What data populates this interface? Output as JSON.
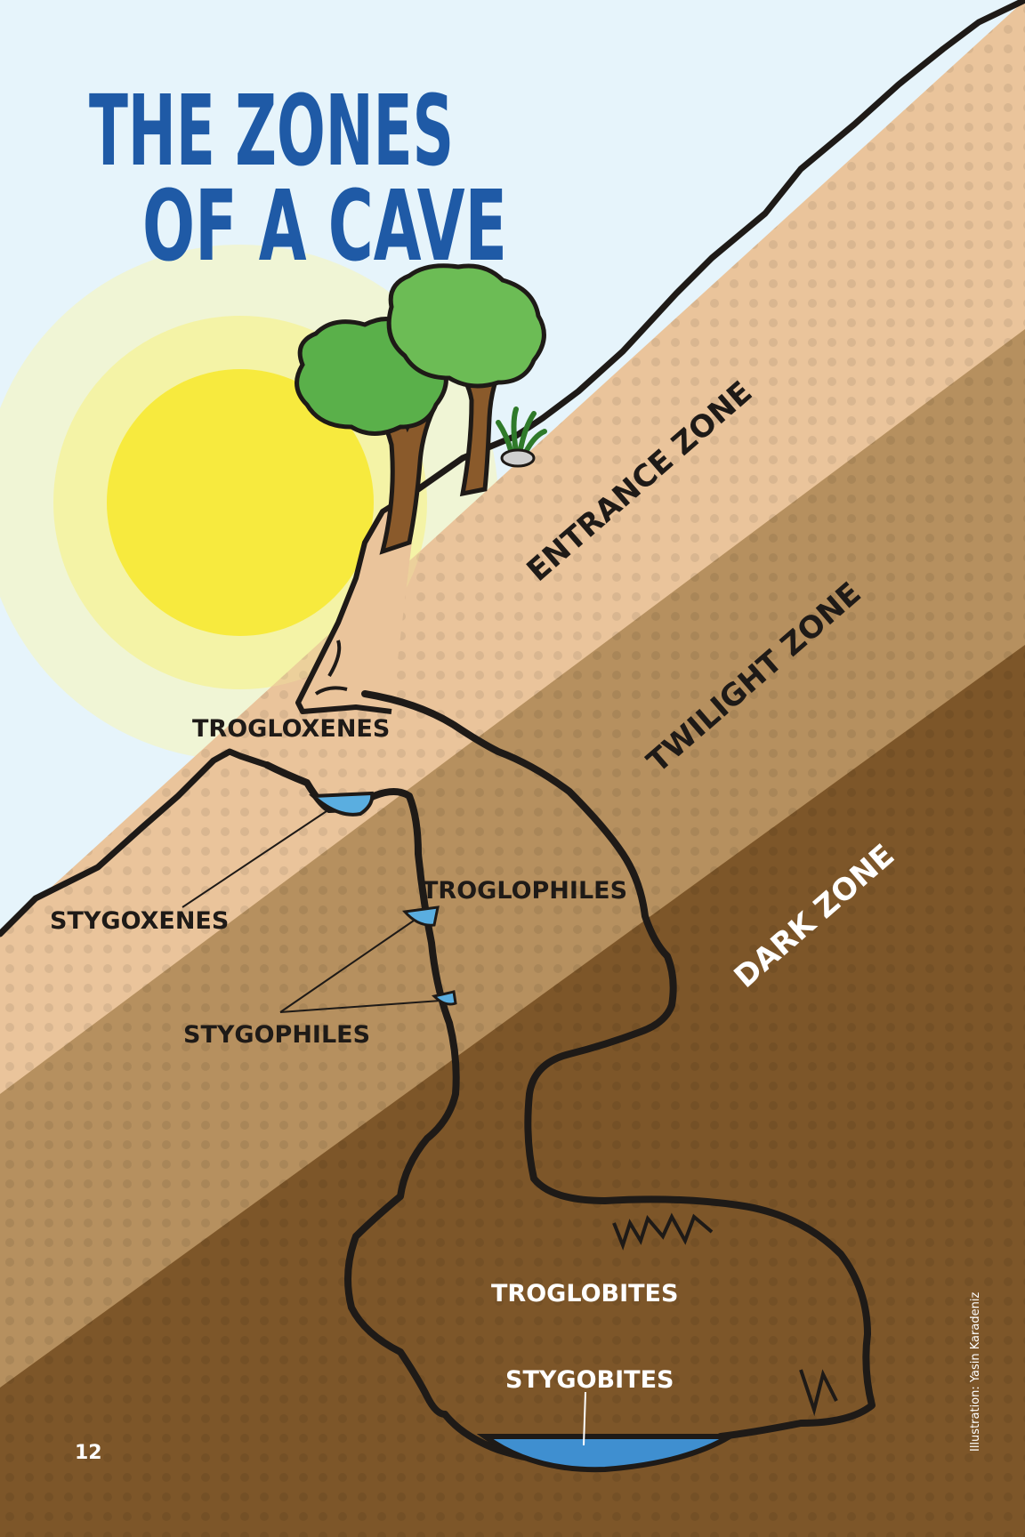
{
  "title": {
    "line1": "THE ZONES",
    "line2": "OF A CAVE"
  },
  "zones": {
    "entrance": "ENTRANCE ZONE",
    "twilight": "TWILIGHT ZONE",
    "dark": "DARK ZONE"
  },
  "labels": {
    "trogloxenes": "TROGLOXENES",
    "stygoxenes": "STYGOXENES",
    "troglophiles": "TROGLOPHILES",
    "stygophiles": "STYGOPHILES",
    "troglobites": "TROGLOBITES",
    "stygobites": "STYGOBITES"
  },
  "page_number": "12",
  "credit": "Illustration: Yasin Karadeniz",
  "colors": {
    "sky": "#e6f4fb",
    "sun": "#f7ea3e",
    "entrance": "#eac49b",
    "twilight": "#b6905f",
    "dark": "#7d5629",
    "water": "#3f8fd0",
    "title": "#1f5aa6",
    "outline": "#1e1a17"
  }
}
